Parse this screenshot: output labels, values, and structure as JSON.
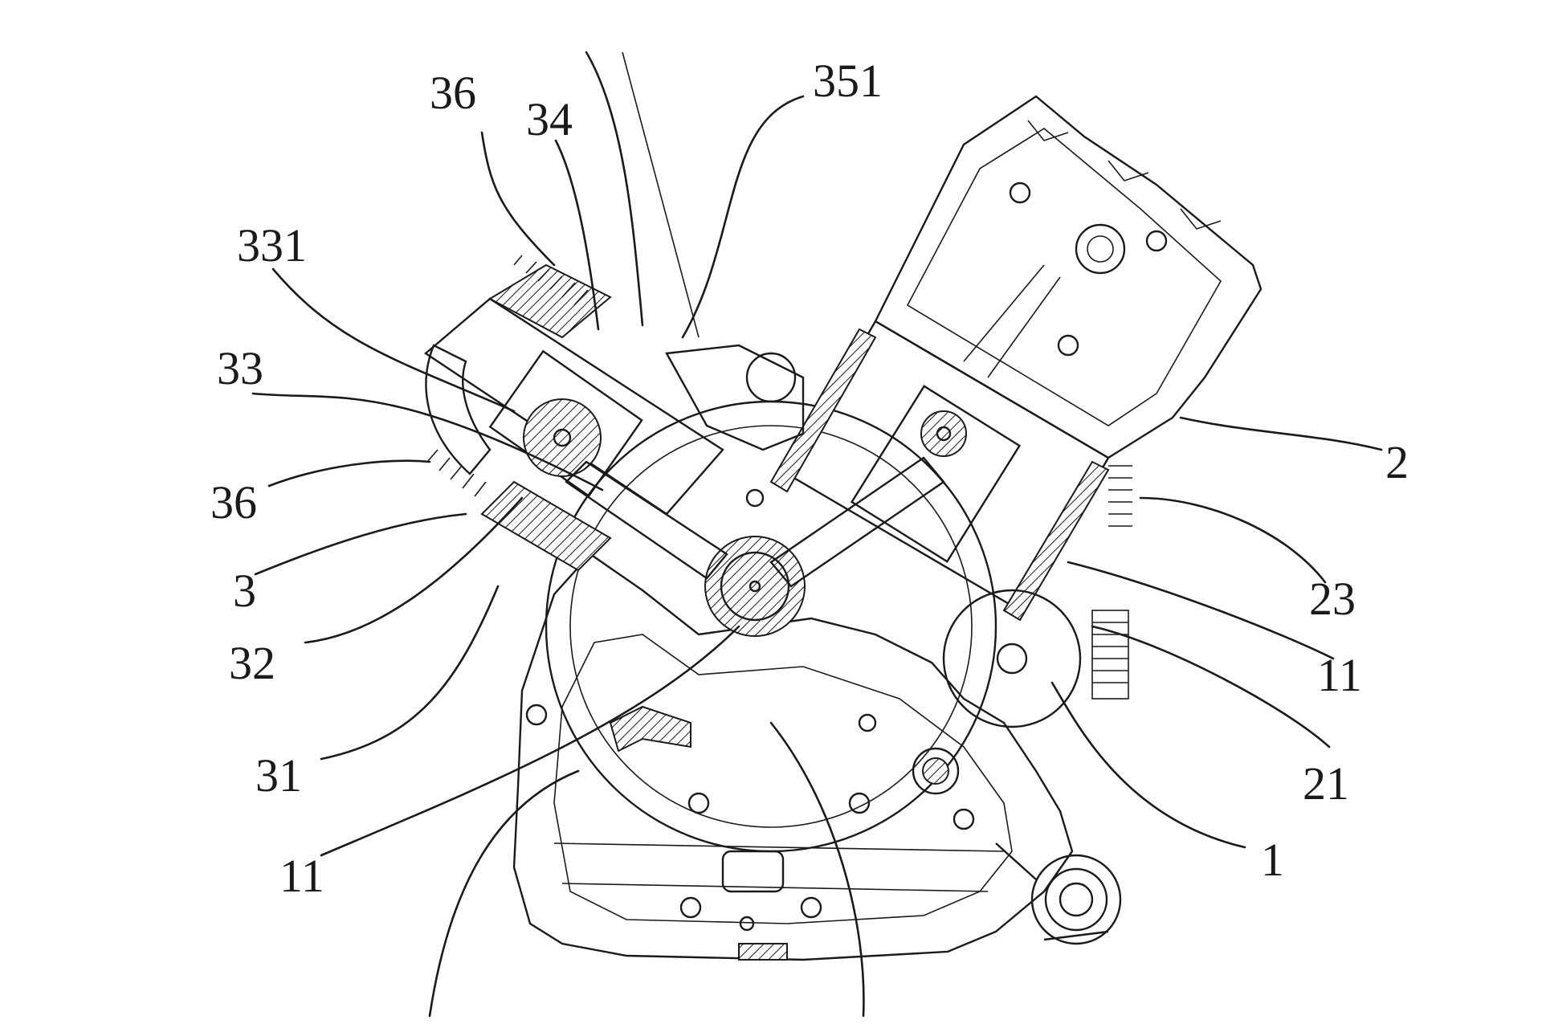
{
  "figure": {
    "labels": {
      "l36a": "36",
      "l34": "34",
      "l351": "351",
      "l331": "331",
      "l33": "33",
      "l36b": "36",
      "l3": "3",
      "l32": "32",
      "l31": "31",
      "l11a": "11",
      "l2": "2",
      "l23": "23",
      "l11b": "11",
      "l21": "21",
      "l1": "1"
    }
  }
}
